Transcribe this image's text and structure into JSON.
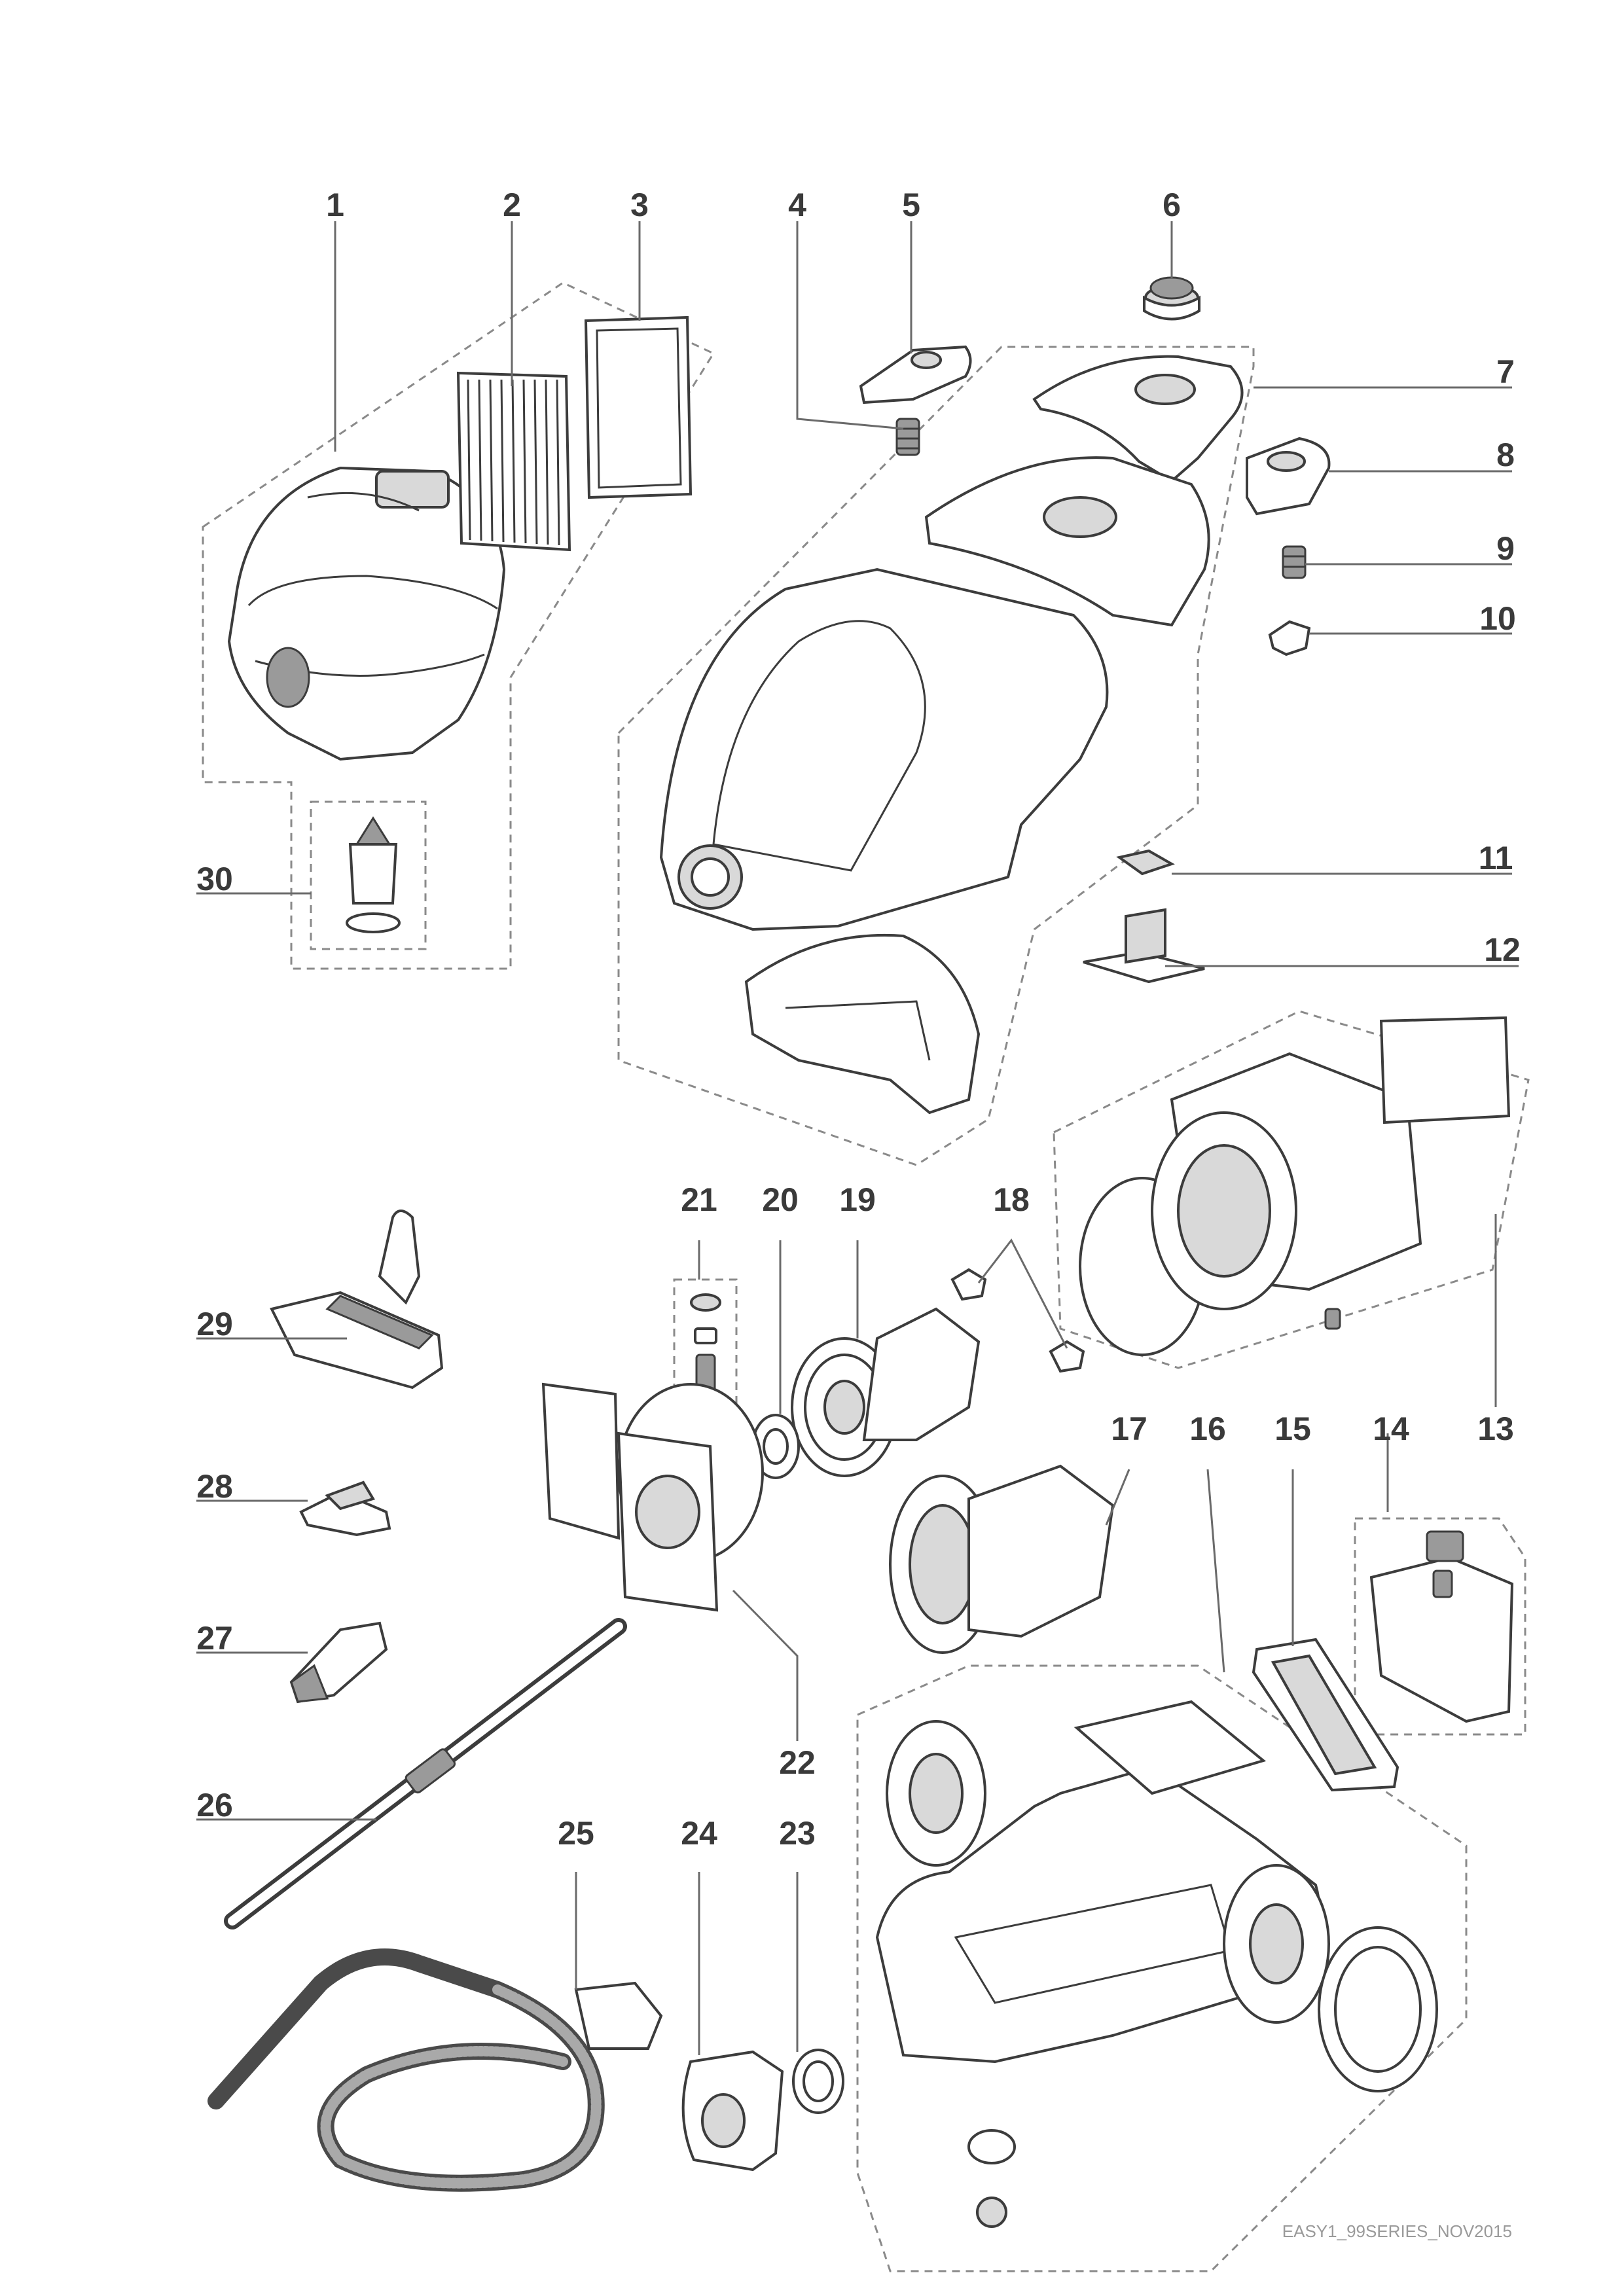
{
  "callouts": [
    "1",
    "2",
    "3",
    "4",
    "5",
    "6",
    "7",
    "8",
    "9",
    "10",
    "11",
    "12",
    "13",
    "14",
    "15",
    "16",
    "17",
    "18",
    "19",
    "20",
    "21",
    "22",
    "23",
    "24",
    "25",
    "26",
    "27",
    "28",
    "29",
    "30"
  ],
  "footer": "EASY1_99SERIES_NOV2015"
}
